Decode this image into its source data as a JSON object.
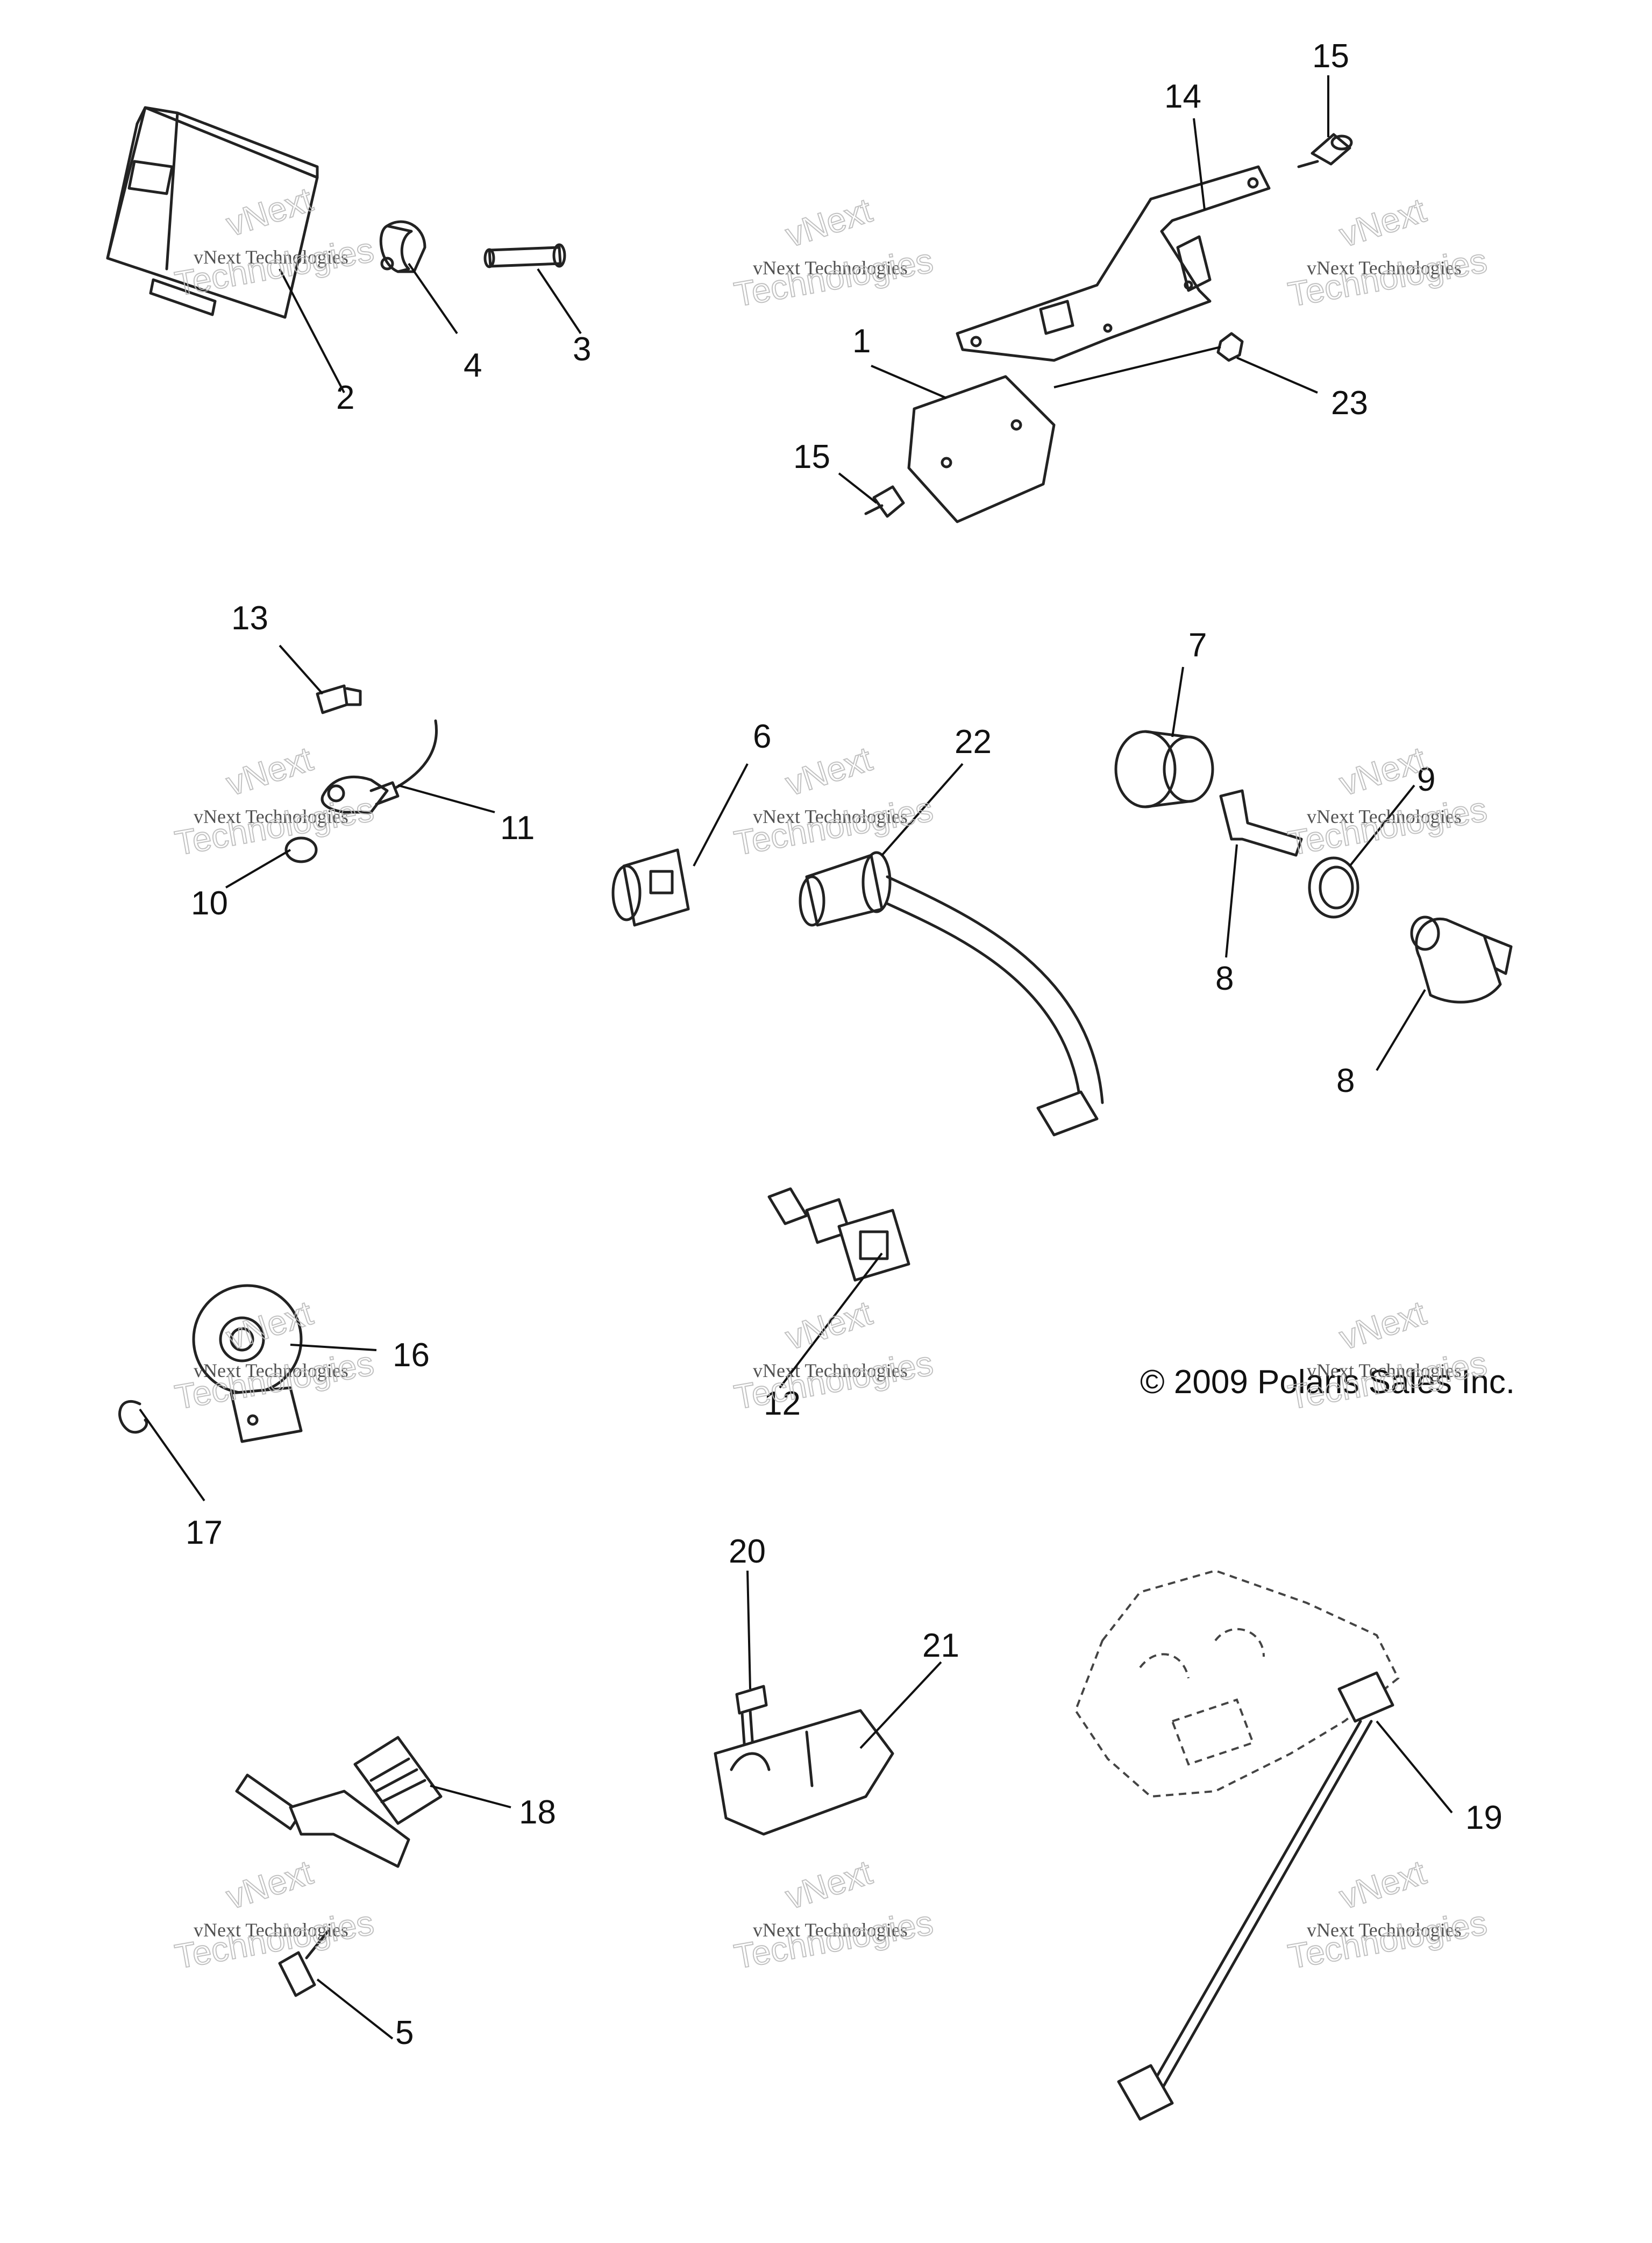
{
  "callouts": {
    "c1": "1",
    "c2": "2",
    "c3": "3",
    "c4": "4",
    "c5": "5",
    "c6": "6",
    "c7": "7",
    "c8a": "8",
    "c8b": "8",
    "c9": "9",
    "c10": "10",
    "c11": "11",
    "c12": "12",
    "c13": "13",
    "c14": "14",
    "c15a": "15",
    "c15b": "15",
    "c16": "16",
    "c17": "17",
    "c18": "18",
    "c19": "19",
    "c20": "20",
    "c21": "21",
    "c22": "22",
    "c23": "23"
  },
  "watermark": {
    "brand": "vNext",
    "line": "vNext Technologies",
    "large": "Technologies"
  },
  "copyright": "© 2009 Polaris Sales Inc."
}
